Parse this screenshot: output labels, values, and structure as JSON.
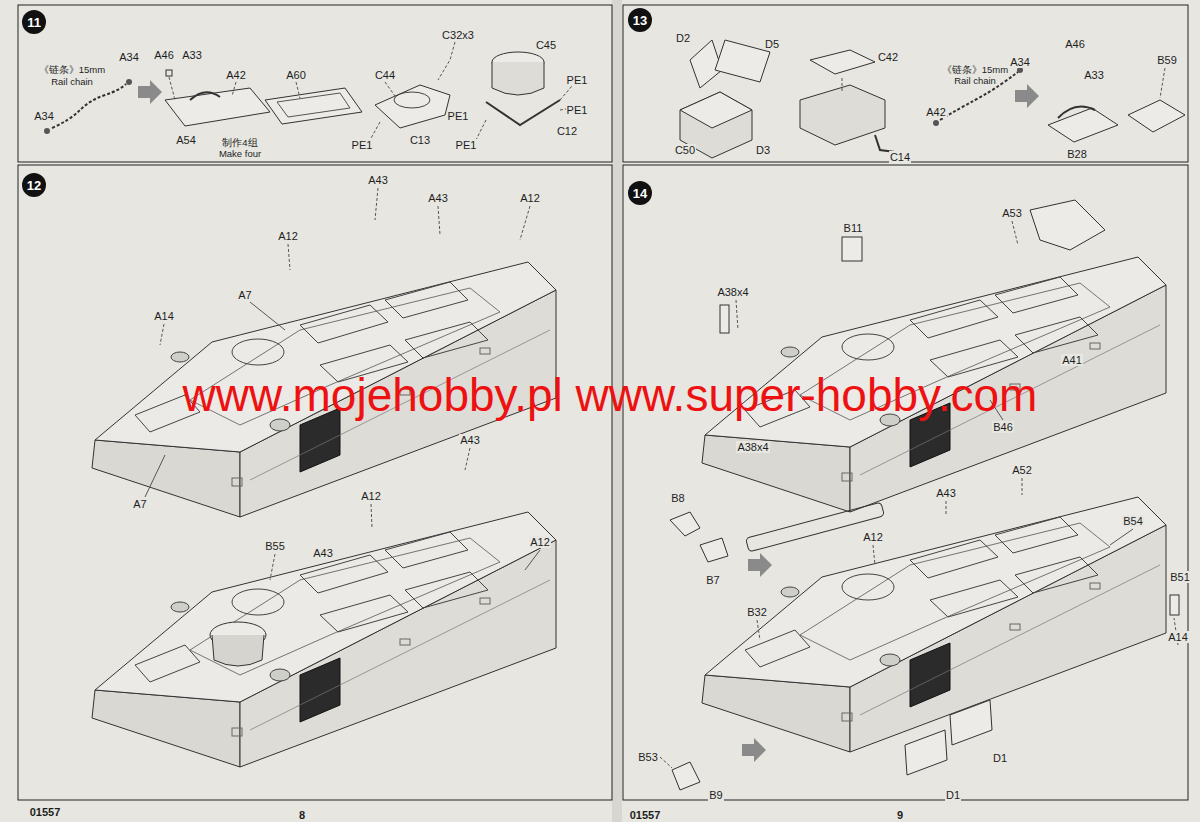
{
  "diagram": {
    "nodes": [
      {
        "text": [
          "11"
        ]
      },
      {
        "text": [
          "12"
        ]
      },
      {
        "text": [
          "13"
        ]
      },
      {
        "text": [
          "14"
        ]
      }
    ],
    "labels": [
      "A46",
      "A33",
      "C32x3",
      "C45",
      "A34",
      "A42",
      "A60",
      "C44",
      "《链条》15mm",
      "Rail chain",
      "PE1",
      "A34",
      "PE1",
      "PE1",
      "C12",
      "A54",
      "C13",
      "制作4组",
      "Make four",
      "PE1",
      "PE1",
      "A43",
      "A43",
      "A12",
      "A12",
      "A7",
      "A14",
      "A7",
      "A43",
      "A12",
      "A12",
      "B55",
      "A43",
      "01557",
      "8",
      "D2",
      "D5",
      "C42",
      "A46",
      "A34",
      "B59",
      "《链条》15mm",
      "Rail chain",
      "A33",
      "A42",
      "D3",
      "C50",
      "C14",
      "B28",
      "A53",
      "B11",
      "A38x4",
      "A41",
      "A38x4",
      "B46",
      "A52",
      "A43",
      "B8",
      "B54",
      "A12",
      "B51",
      "B7",
      "B32",
      "A14",
      "D1",
      "B53",
      "D1",
      "B9",
      "01557",
      "9",
      "www.mojehobby.pl www.super-hobby.com"
    ]
  }
}
